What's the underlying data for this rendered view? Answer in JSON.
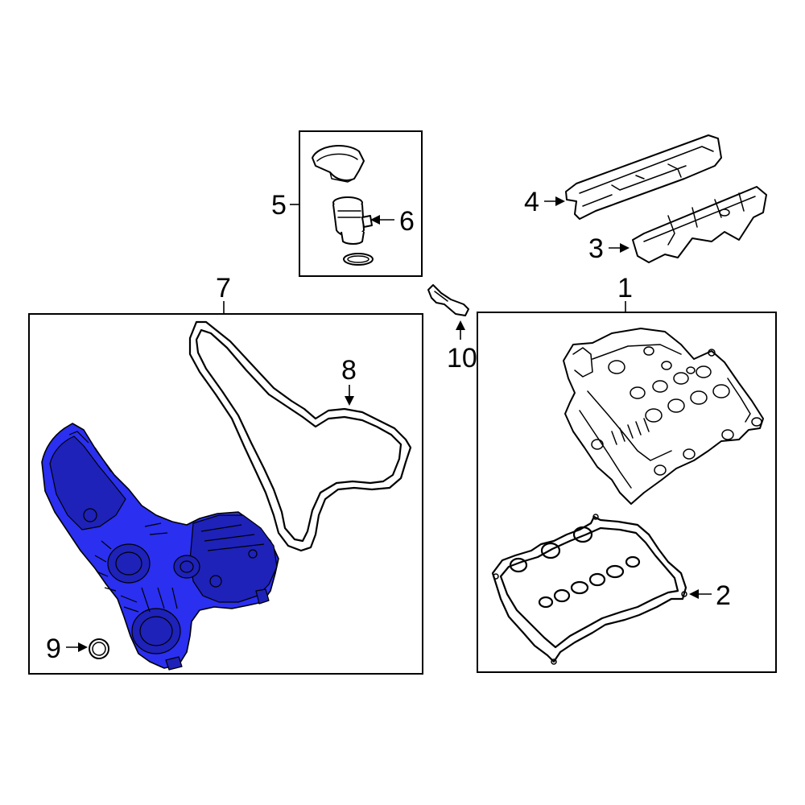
{
  "callouts": {
    "c1": "1",
    "c2": "2",
    "c3": "3",
    "c4": "4",
    "c5": "5",
    "c6": "6",
    "c7": "7",
    "c8": "8",
    "c9": "9",
    "c10": "10"
  },
  "colors": {
    "highlight": "#2a2ff0",
    "line": "#000000",
    "background": "#ffffff"
  },
  "highlighted_part": "7"
}
